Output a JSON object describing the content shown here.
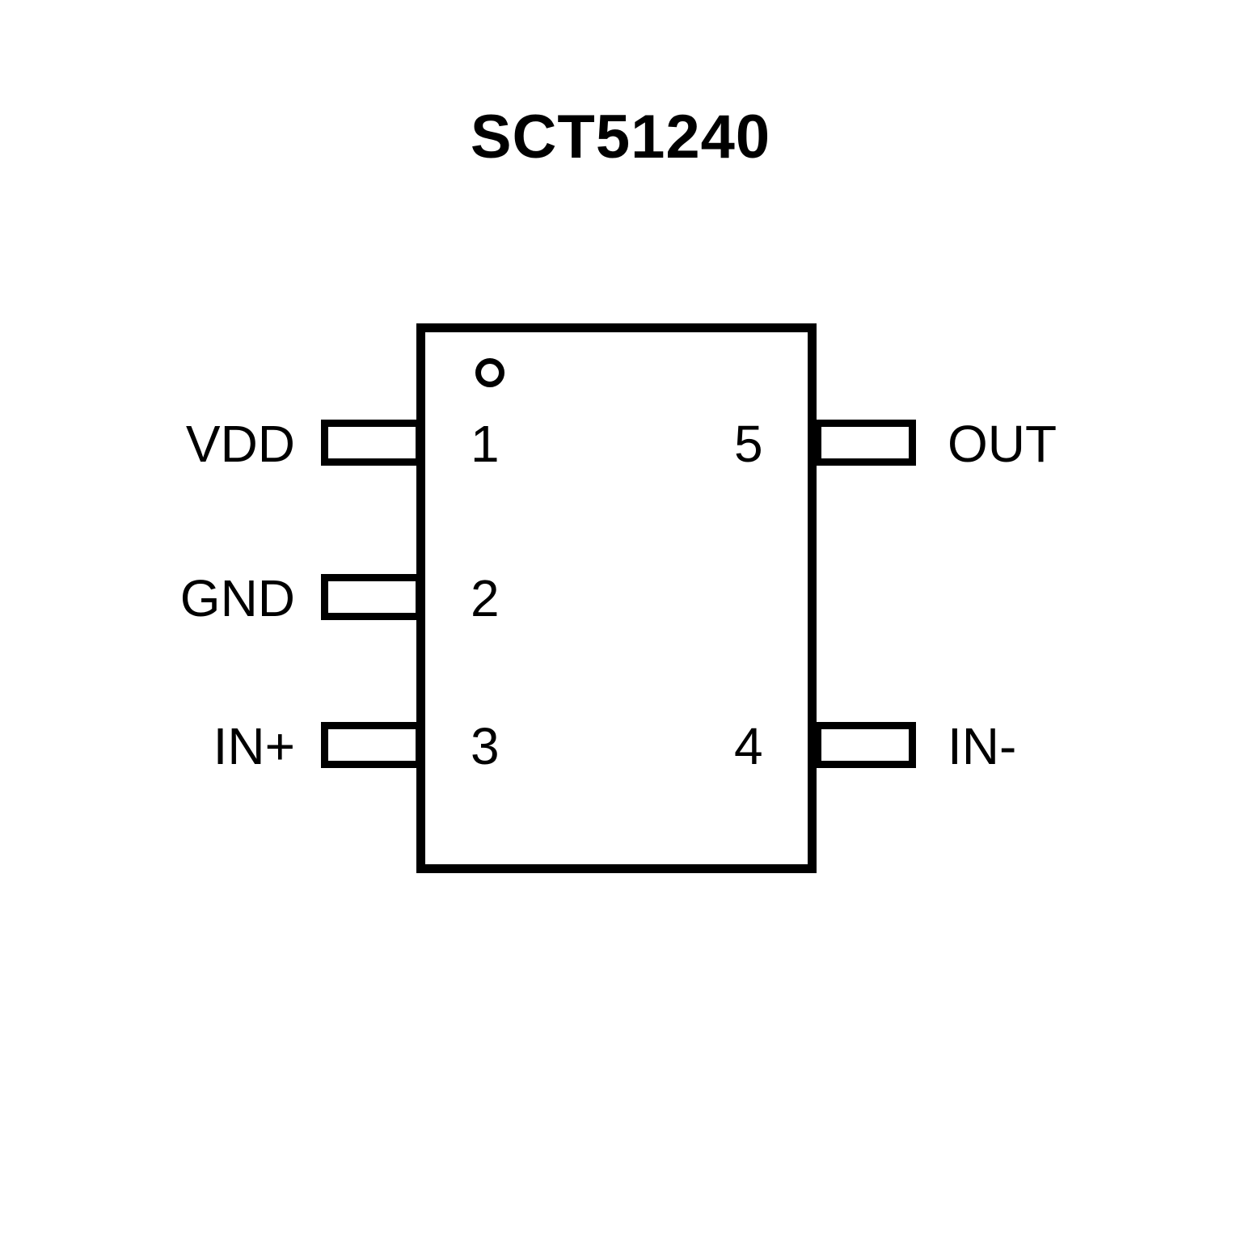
{
  "title": "SCT51240",
  "package": {
    "type": "SOT-23-5 pinout diagram",
    "pin1_indicator": "circle-marker",
    "pins_left": [
      {
        "number": "1",
        "label": "VDD"
      },
      {
        "number": "2",
        "label": "GND"
      },
      {
        "number": "3",
        "label": "IN+"
      }
    ],
    "pins_right": [
      {
        "number": "5",
        "label": "OUT"
      },
      {
        "number": "4",
        "label": "IN-"
      }
    ]
  },
  "colors": {
    "line": "#000000",
    "background": "#ffffff"
  }
}
